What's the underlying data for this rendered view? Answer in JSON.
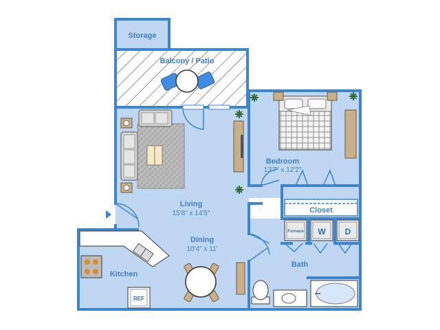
{
  "rooms": {
    "storage": {
      "label": "Storage"
    },
    "balcony": {
      "label": "Balcony / Patio"
    },
    "bedroom": {
      "label": "Bedroom",
      "dimensions": "13'7\" x 12'2\""
    },
    "closet": {
      "label": "Closet"
    },
    "living": {
      "label": "Living",
      "dimensions": "15'8\" x 14'5\""
    },
    "dining": {
      "label": "Dining",
      "dimensions": "10'4\" x 11'"
    },
    "kitchen": {
      "label": "Kitchen"
    },
    "bath": {
      "label": "Bath"
    }
  },
  "appliances": {
    "furnace": "Furnace",
    "washer": "W",
    "dryer": "D",
    "refrigerator": "REF"
  },
  "colors": {
    "floor": "#bfd7f3",
    "wall": "#3a86d0",
    "label": "#3f7fc4",
    "furniture": "#9a9a9a",
    "wood": "#c8b08a",
    "plant": "#2f6e3a",
    "stove": "#e08a2a",
    "chair": "#3e8de0"
  }
}
